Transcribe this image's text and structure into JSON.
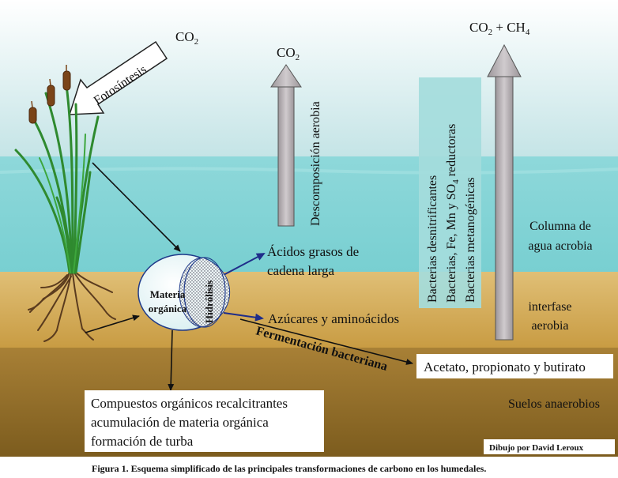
{
  "labels": {
    "co2_top_left": "CO",
    "co2_top_left_sub": "2",
    "fotosintesis": "Fotosíntesis",
    "co2_center": "CO",
    "co2_center_sub": "2",
    "co2_ch4_a": "CO",
    "co2_ch4_sub1": "2",
    "co2_ch4_b": " + CH",
    "co2_ch4_sub2": "4",
    "descomposicion": "Descomposición aerobia",
    "bacteria_line1": "Bacterias desnitrificantes",
    "bacteria_line2_a": "Bacterias, Fe, Mn y SO",
    "bacteria_line2_sub": "4",
    "bacteria_line2_b": " reductoras",
    "bacteria_line3": "Bacterias metanogénicas",
    "columna_line1": "Columna de",
    "columna_line2": "agua  acrobia",
    "interfase_line1": "interfase",
    "interfase_line2": "aerobia",
    "acidos_line1": "Ácidos grasos de",
    "acidos_line2": "cadena larga",
    "azucares": "Azúcares y aminoácidos",
    "materia_line1": "Materia",
    "materia_line2": "orgánica",
    "hidrolisis": "Hidrólisis",
    "fermentacion": "Fermentación bacteriana",
    "acetato": "Acetato, propionato y butirato",
    "suelos": "Suelos anaerobios",
    "compuestos_line1": "Compuestos orgánicos recalcitrantes",
    "compuestos_line2": "acumulación de materia orgánica",
    "compuestos_line3": "formación de turba",
    "credit": "Dibujo por David Leroux",
    "caption": "Figura 1. Esquema simplificado de las principales transformaciones de carbono en los humedales."
  },
  "colors": {
    "sky_top": "#ffffff",
    "sky_bottom": "#c9e6e8",
    "water": "#7fd0d2",
    "sediment_light": "#d9b25f",
    "sediment_dark": "#8c6a26",
    "arrow_gray": "#b7b1b5",
    "bacteria_panel": "#a8dede",
    "plant_green": "#2e8b2e",
    "cattail_brown": "#7a4418",
    "arrow_blue": "#1f2d8a"
  }
}
